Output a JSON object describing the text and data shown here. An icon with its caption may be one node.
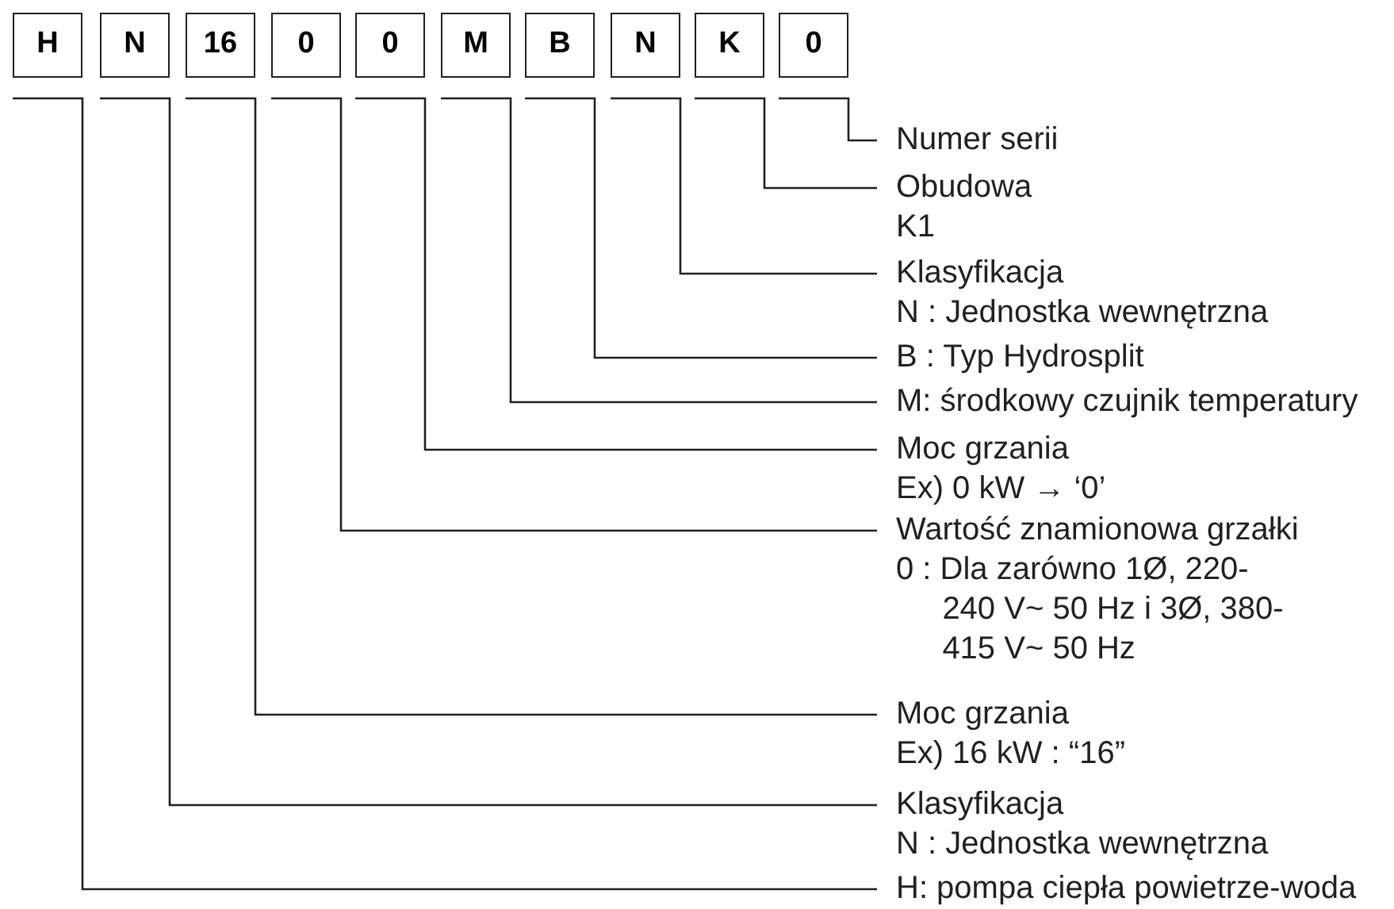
{
  "diagram": {
    "nodes": [
      {
        "text": [
          "H"
        ]
      },
      {
        "text": [
          "N"
        ]
      },
      {
        "text": [
          "16"
        ]
      },
      {
        "text": [
          "0"
        ]
      },
      {
        "text": [
          "0"
        ]
      },
      {
        "text": [
          "M"
        ]
      },
      {
        "text": [
          "B"
        ]
      },
      {
        "text": [
          "N"
        ]
      },
      {
        "text": [
          "K"
        ]
      },
      {
        "text": [
          "0"
        ]
      },
      {
        "text": [
          "Numer serii"
        ]
      },
      {
        "text": [
          "Obudowa",
          "K1"
        ]
      },
      {
        "text": [
          "Klasyfikacja",
          "N : Jednostka wewnętrzna"
        ]
      },
      {
        "text": [
          "B : Typ Hydrosplit"
        ]
      },
      {
        "text": [
          "M: środkowy czujnik temperatury"
        ]
      },
      {
        "text": [
          "Moc grzania",
          "Ex) 0 kW → ‘0’"
        ]
      },
      {
        "text": [
          "Wartość znamionowa grzałki",
          "0 : Dla zarówno 1Ø, 220-240 V~ 50 Hz i 3Ø, 380-415 V~ 50 Hz"
        ]
      },
      {
        "text": [
          "Moc grzania",
          "Ex) 16 kW : “16”"
        ]
      },
      {
        "text": [
          "Klasyfikacja",
          "N : Jednostka wewnętrzna"
        ]
      },
      {
        "text": [
          "H: pompa ciepła powietrze-woda"
        ]
      }
    ],
    "edges": [
      {
        "from": 9,
        "to": 10,
        "arrow": "none"
      },
      {
        "from": 8,
        "to": 11,
        "arrow": "none"
      },
      {
        "from": 7,
        "to": 12,
        "arrow": "none"
      },
      {
        "from": 6,
        "to": 13,
        "arrow": "none"
      },
      {
        "from": 5,
        "to": 14,
        "arrow": "none"
      },
      {
        "from": 4,
        "to": 15,
        "arrow": "none"
      },
      {
        "from": 3,
        "to": 16,
        "arrow": "none"
      },
      {
        "from": 2,
        "to": 17,
        "arrow": "none"
      },
      {
        "from": 1,
        "to": 18,
        "arrow": "none"
      },
      {
        "from": 0,
        "to": 19,
        "arrow": "none"
      }
    ]
  }
}
